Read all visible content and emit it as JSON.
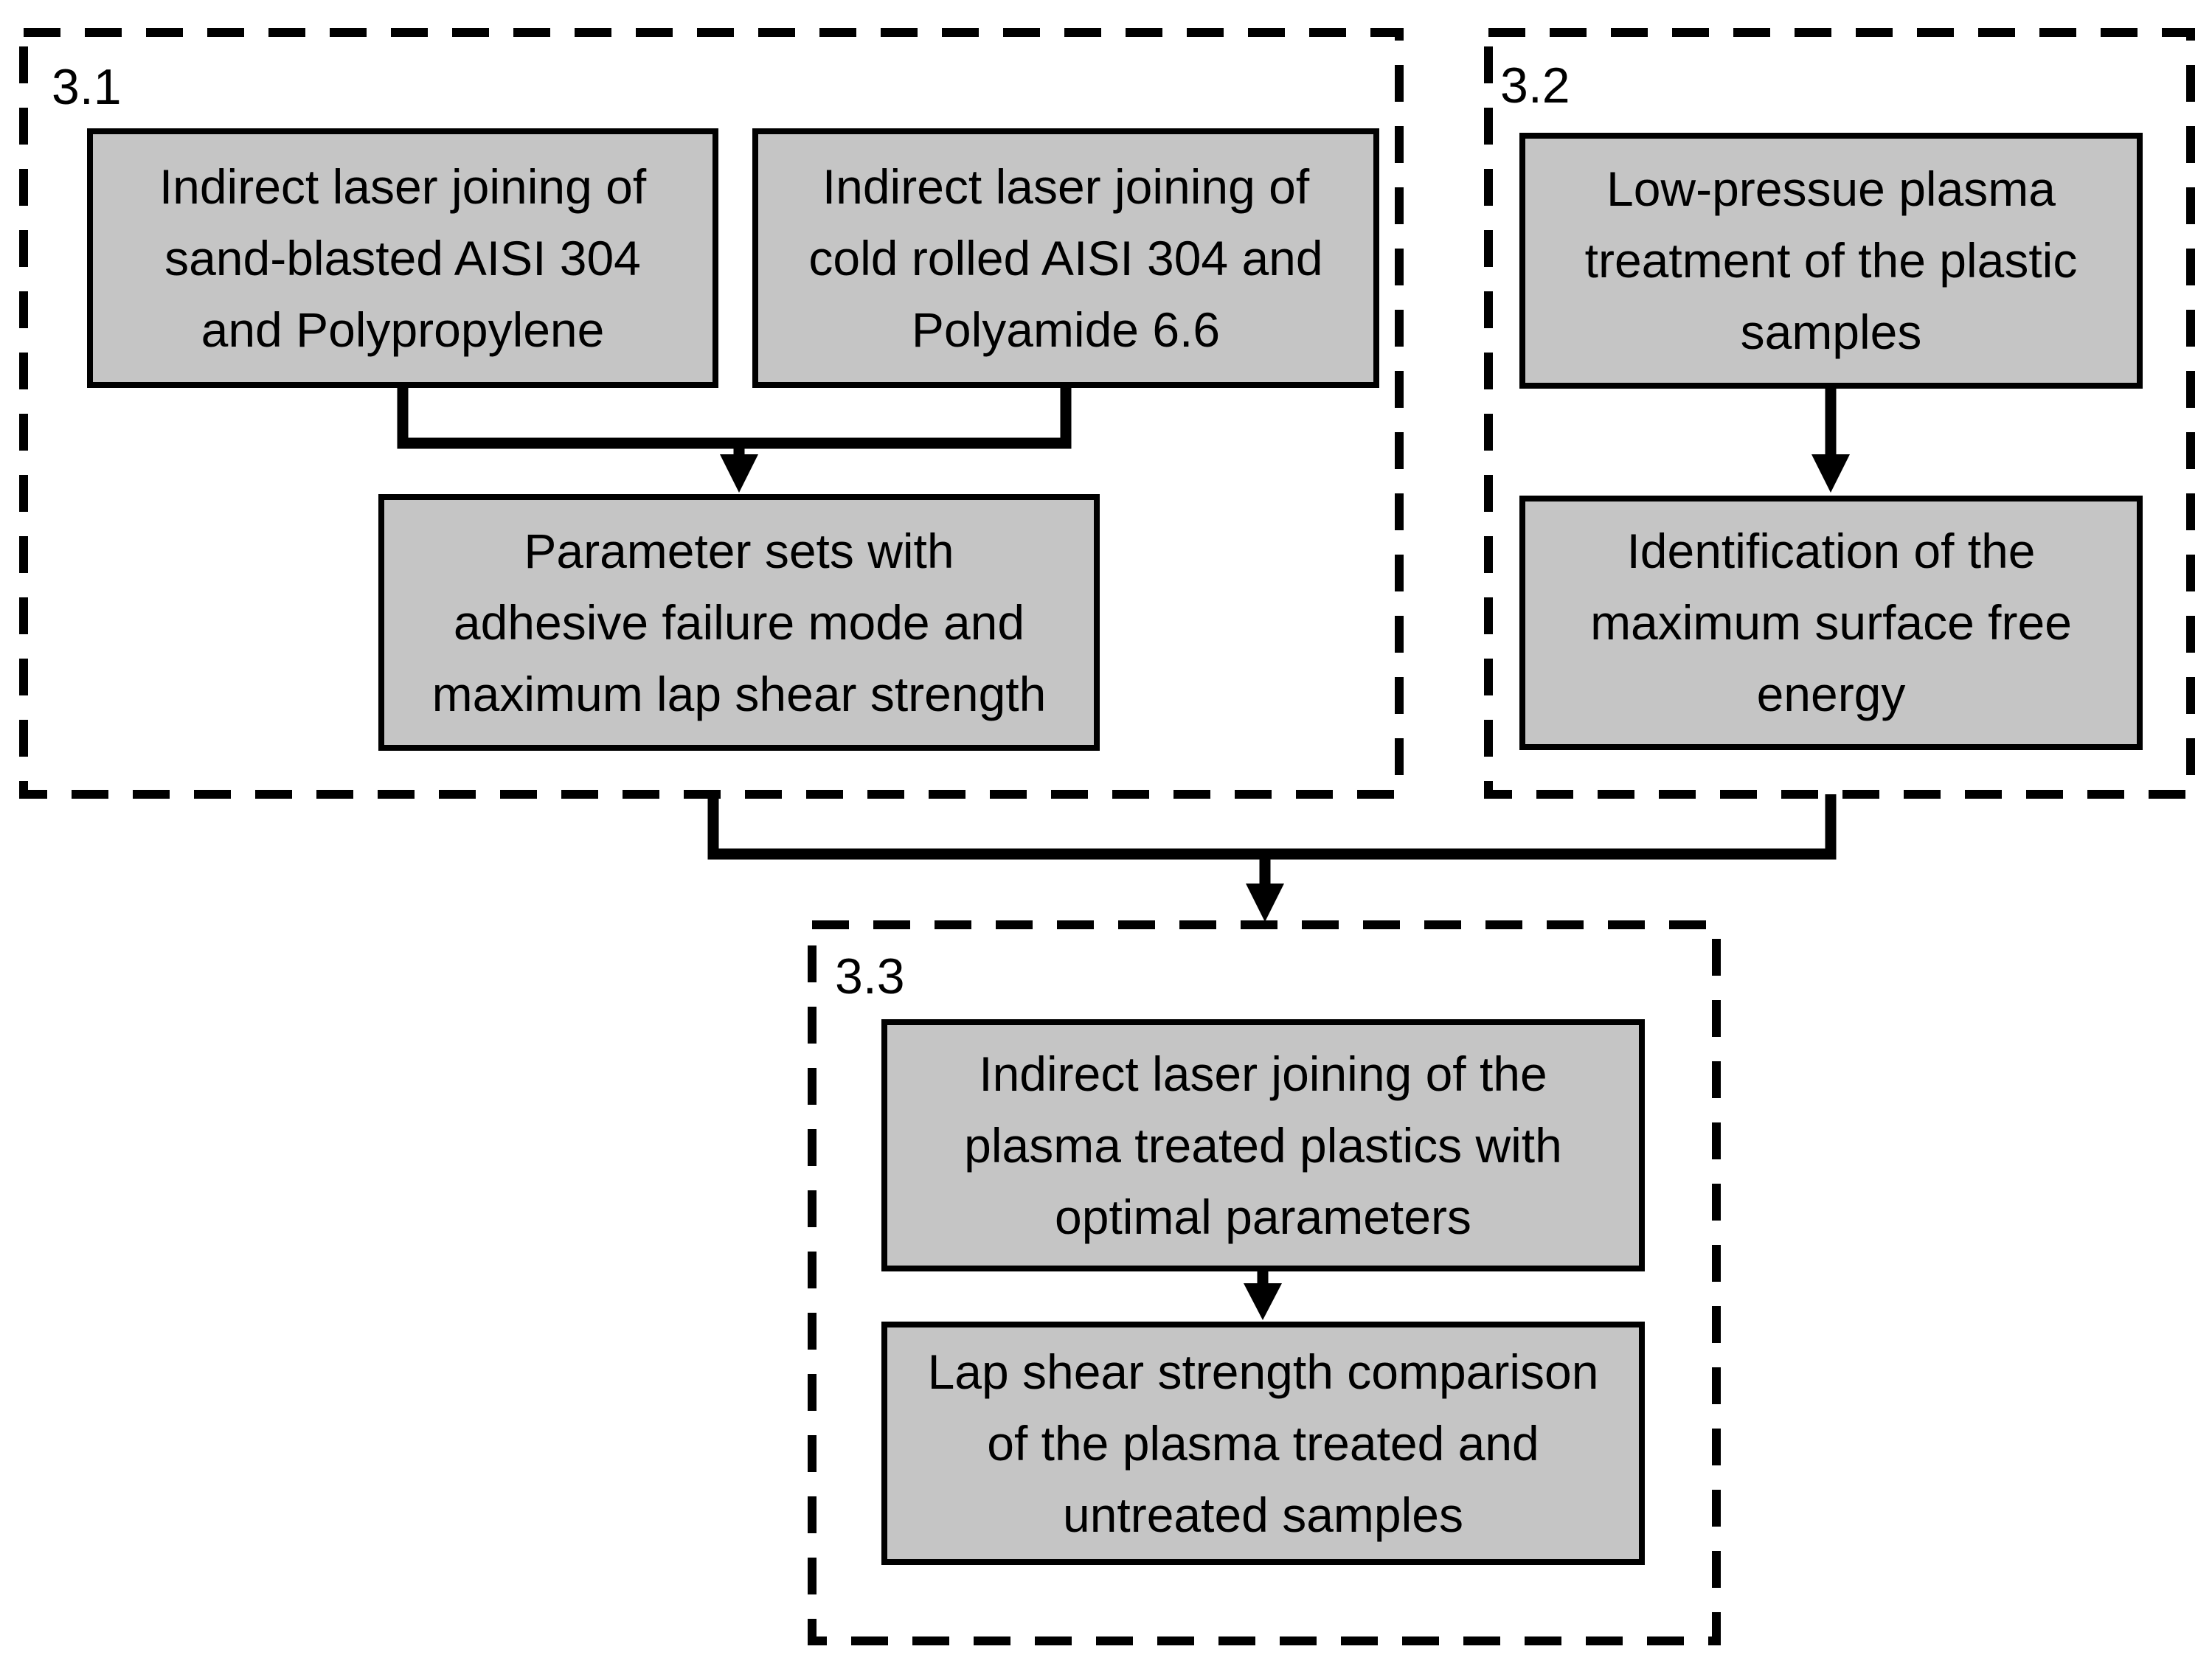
{
  "diagram": {
    "type": "flowchart",
    "colors": {
      "background": "#ffffff",
      "box_fill": "#c5c5c5",
      "line": "#000000",
      "text": "#000000"
    },
    "sections": [
      {
        "label": "3.1",
        "boxes": [
          {
            "text": "Indirect laser joining of\nsand-blasted AISI 304\nand Polypropylene"
          },
          {
            "text": "Indirect laser joining of\ncold rolled AISI 304 and\nPolyamide 6.6"
          },
          {
            "text": "Parameter sets with\nadhesive failure mode and\nmaximum lap shear strength"
          }
        ]
      },
      {
        "label": "3.2",
        "boxes": [
          {
            "text": "Low-pressue plasma\ntreatment of the plastic\nsamples"
          },
          {
            "text": "Identification of the\nmaximum surface free\nenergy"
          }
        ]
      },
      {
        "label": "3.3",
        "boxes": [
          {
            "text": "Indirect laser joining of the\nplasma treated plastics with\noptimal parameters"
          },
          {
            "text": "Lap shear strength comparison\nof the plasma treated and\nuntreated samples"
          }
        ]
      }
    ],
    "connections": [
      "3.1 inputs merge into parameter sets box",
      "3.2 plasma treatment leads to surface free energy identification",
      "3.1 and 3.2 outputs merge into section 3.3",
      "3.3 joining leads to lap shear strength comparison"
    ]
  }
}
